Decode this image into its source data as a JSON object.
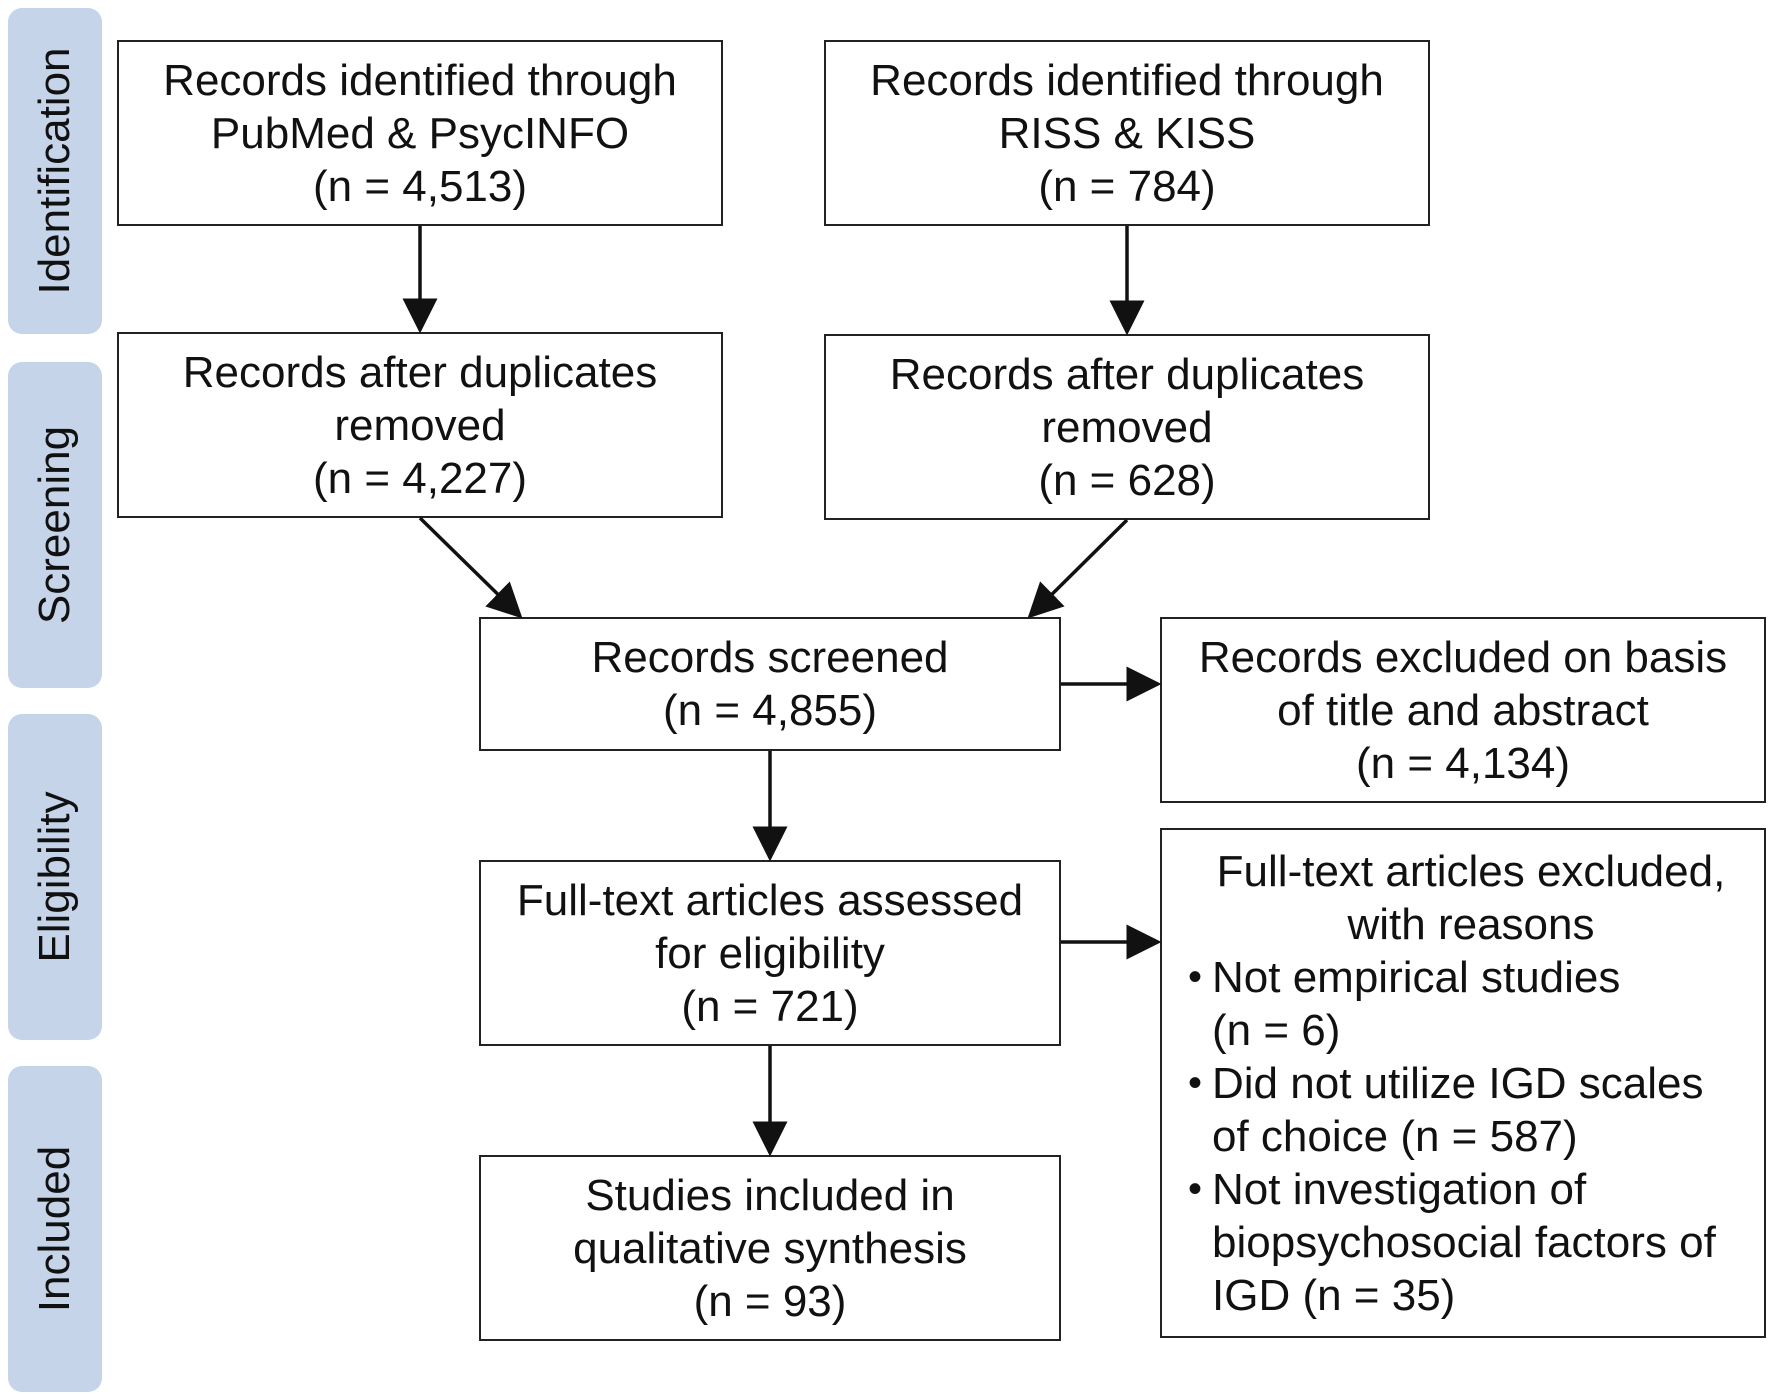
{
  "phases": [
    {
      "label": "Identification"
    },
    {
      "label": "Screening"
    },
    {
      "label": "Eligibility"
    },
    {
      "label": "Included"
    }
  ],
  "boxes": {
    "pubmed": {
      "lines": [
        "Records identified through",
        "PubMed & PsycINFO",
        "(n = 4,513)"
      ]
    },
    "riss": {
      "lines": [
        "Records identified through",
        "RISS & KISS",
        "(n = 784)"
      ]
    },
    "dedup_left": {
      "lines": [
        "Records after duplicates",
        "removed",
        "(n = 4,227)"
      ]
    },
    "dedup_right": {
      "lines": [
        "Records after duplicates",
        "removed",
        "(n = 628)"
      ]
    },
    "screened": {
      "lines": [
        "Records screened",
        "(n = 4,855)"
      ]
    },
    "excluded_title": {
      "lines": [
        "Records excluded on basis",
        "of title and abstract",
        "(n = 4,134)"
      ]
    },
    "fulltext": {
      "lines": [
        "Full-text articles assessed",
        "for eligibility",
        "(n = 721)"
      ]
    },
    "included": {
      "lines": [
        "Studies included in",
        "qualitative synthesis",
        "(n = 93)"
      ]
    },
    "excluded_fulltext": {
      "title_lines": [
        "Full-text articles excluded,",
        "with reasons"
      ],
      "bullet": "•",
      "items": [
        {
          "lines": [
            "Not empirical studies",
            "(n = 6)"
          ]
        },
        {
          "lines": [
            "Did not utilize IGD scales",
            "of choice (n = 587)"
          ]
        },
        {
          "lines": [
            "Not investigation of",
            "biopsychosocial factors of",
            "IGD (n = 35)"
          ]
        }
      ]
    }
  },
  "colors": {
    "phase_fill": "#c5d4e8",
    "box_border": "#222222",
    "arrow": "#111111"
  }
}
